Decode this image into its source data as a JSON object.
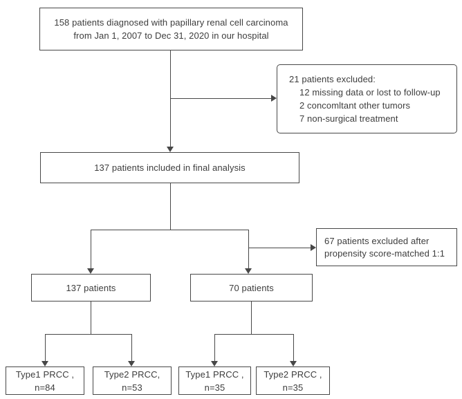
{
  "colors": {
    "line": "#474747",
    "text": "#3d3d3d",
    "background": "#ffffff"
  },
  "boxes": {
    "initial": {
      "line1": "158 patients diagnosed with papillary renal cell carcinoma",
      "line2": "from Jan 1, 2007 to Dec 31, 2020 in our hospital"
    },
    "excluded_initial": {
      "title": "21 patients excluded:",
      "items": [
        "12 missing data or lost to follow-up",
        "2 concomltant other tumors",
        "7 non-surgical treatment"
      ]
    },
    "final_analysis": {
      "label": "137 patients included in final analysis"
    },
    "excluded_psm": {
      "line1": "67 patients excluded after",
      "line2": "propensity score-matched 1:1"
    },
    "overall_cohort": {
      "label": "137 patients"
    },
    "matched_cohort": {
      "label": "70 patients"
    },
    "overall_type1": {
      "line1": "Type1 PRCC ,",
      "line2": "n=84"
    },
    "overall_type2": {
      "line1": "Type2 PRCC,",
      "line2": "n=53"
    },
    "matched_type1": {
      "line1": "Type1 PRCC ,",
      "line2": "n=35"
    },
    "matched_type2": {
      "line1": "Type2 PRCC ,",
      "line2": "n=35"
    }
  }
}
